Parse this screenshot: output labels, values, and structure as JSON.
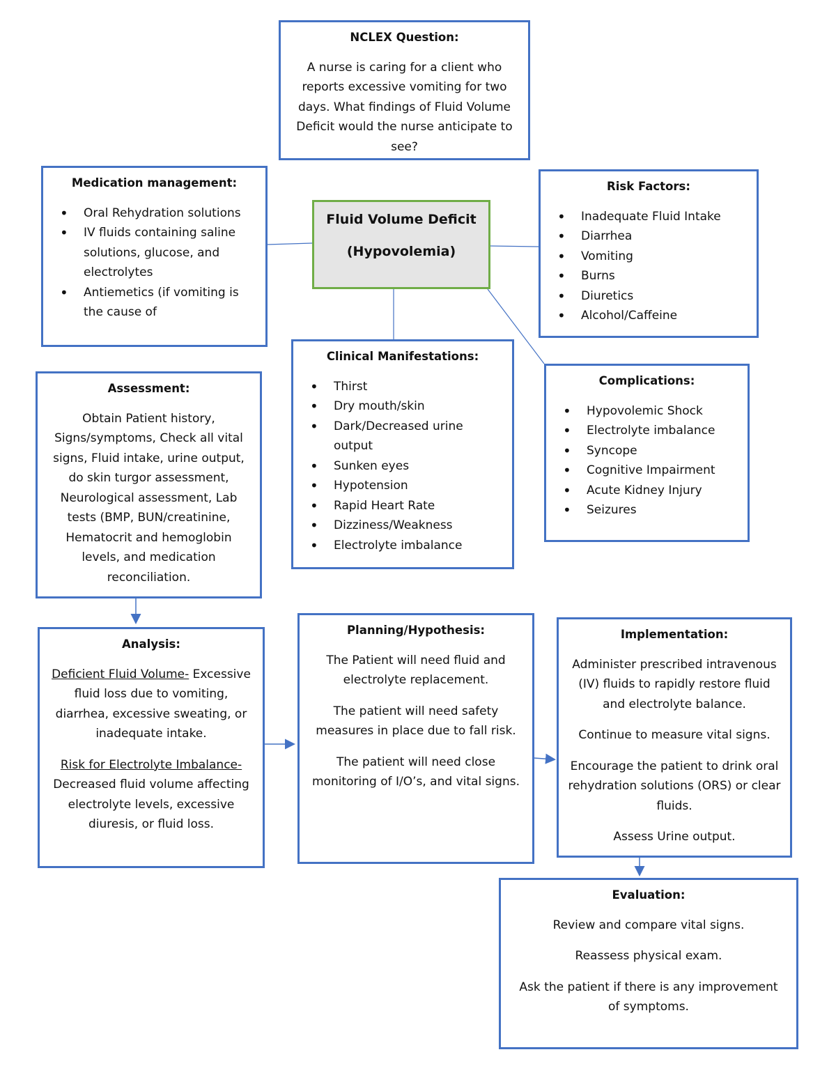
{
  "nclex": {
    "title": "NCLEX Question:",
    "text": "A nurse is caring for a client who reports excessive vomiting for two days. What findings of Fluid Volume Deficit would the nurse anticipate to see?"
  },
  "central": {
    "line1": "Fluid Volume Deficit",
    "line2": "(Hypovolemia)"
  },
  "medication": {
    "title": "Medication management:",
    "items": [
      "Oral Rehydration solutions",
      "IV fluids containing saline solutions, glucose, and electrolytes",
      "Antiemetics (if vomiting is the cause of"
    ]
  },
  "risk_factors": {
    "title": "Risk Factors:",
    "items": [
      "Inadequate Fluid Intake",
      "Diarrhea",
      "Vomiting",
      "Burns",
      "Diuretics",
      "Alcohol/Caffeine"
    ]
  },
  "clinical": {
    "title": "Clinical Manifestations:",
    "items": [
      "Thirst",
      "Dry mouth/skin",
      "Dark/Decreased urine output",
      "Sunken eyes",
      "Hypotension",
      "Rapid Heart Rate",
      "Dizziness/Weakness",
      "Electrolyte imbalance"
    ]
  },
  "complications": {
    "title": "Complications:",
    "items": [
      "Hypovolemic Shock",
      "Electrolyte imbalance",
      "Syncope",
      "Cognitive Impairment",
      "Acute Kidney Injury",
      "Seizures"
    ]
  },
  "assessment": {
    "title": "Assessment:",
    "text": "Obtain Patient history, Signs/symptoms, Check all vital signs, Fluid intake, urine output, do skin turgor assessment, Neurological assessment, Lab tests (BMP, BUN/creatinine, Hematocrit and hemoglobin levels, and medication reconciliation."
  },
  "analysis": {
    "title": "Analysis:",
    "dx1_label": "Deficient Fluid Volume-",
    "dx1_text": " Excessive fluid loss due to vomiting, diarrhea, excessive sweating, or inadequate intake.",
    "dx2_label": "Risk for Electrolyte Imbalance-",
    "dx2_text": " Decreased fluid volume affecting electrolyte levels, excessive diuresis, or fluid loss."
  },
  "planning": {
    "title": "Planning/Hypothesis:",
    "items": [
      "The Patient will need fluid and electrolyte replacement.",
      "The patient will need safety measures in place due to fall risk.",
      "The patient will need close monitoring of I/O’s, and vital signs."
    ]
  },
  "implementation": {
    "title": "Implementation:",
    "items": [
      "Administer prescribed intravenous (IV) fluids to rapidly restore fluid and electrolyte balance.",
      "Continue to measure vital signs.",
      "Encourage the patient to drink oral rehydration solutions (ORS) or clear fluids.",
      "Assess Urine output."
    ]
  },
  "evaluation": {
    "title": "Evaluation:",
    "items": [
      "Review and compare vital signs.",
      "Reassess physical exam.",
      "Ask the patient if there is any improvement of symptoms."
    ]
  },
  "colors": {
    "box_border": "#4472c4",
    "central_border": "#70ad47",
    "central_fill": "#e5e5e5"
  }
}
